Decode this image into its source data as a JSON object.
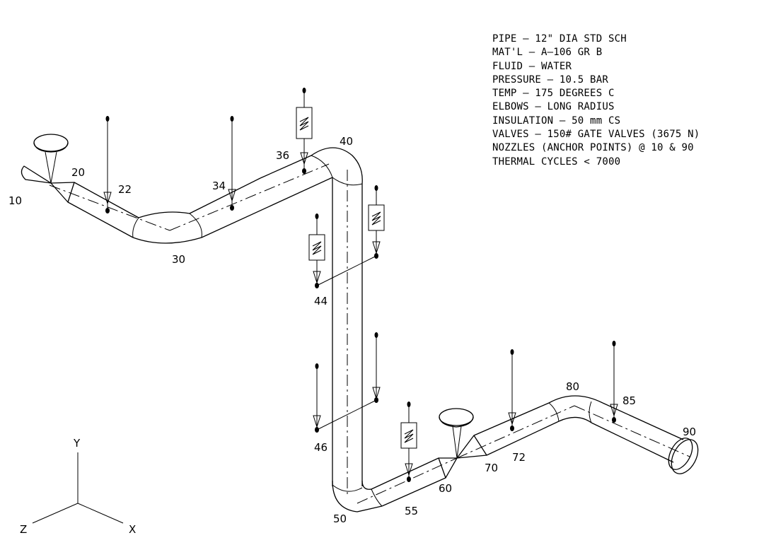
{
  "spec_lines": [
    "PIPE – 12\" DIA STD SCH",
    "MAT'L – A–106 GR B",
    "FLUID – WATER",
    "PRESSURE – 10.5 BAR",
    "TEMP – 175 DEGREES C",
    "ELBOWS – LONG RADIUS",
    "INSULATION – 50 mm CS",
    "VALVES – 150# GATE VALVES (3675 N)",
    "NOZZLES (ANCHOR POINTS) @ 10 & 90",
    "THERMAL CYCLES < 7000"
  ],
  "nodes": {
    "n10": "10",
    "n20": "20",
    "n22": "22",
    "n30": "30",
    "n34": "34",
    "n36": "36",
    "n40": "40",
    "n44": "44",
    "n46": "46",
    "n50": "50",
    "n55": "55",
    "n60": "60",
    "n70": "70",
    "n72": "72",
    "n80": "80",
    "n85": "85",
    "n90": "90"
  },
  "axes": {
    "x": "X",
    "y": "Y",
    "z": "Z"
  }
}
